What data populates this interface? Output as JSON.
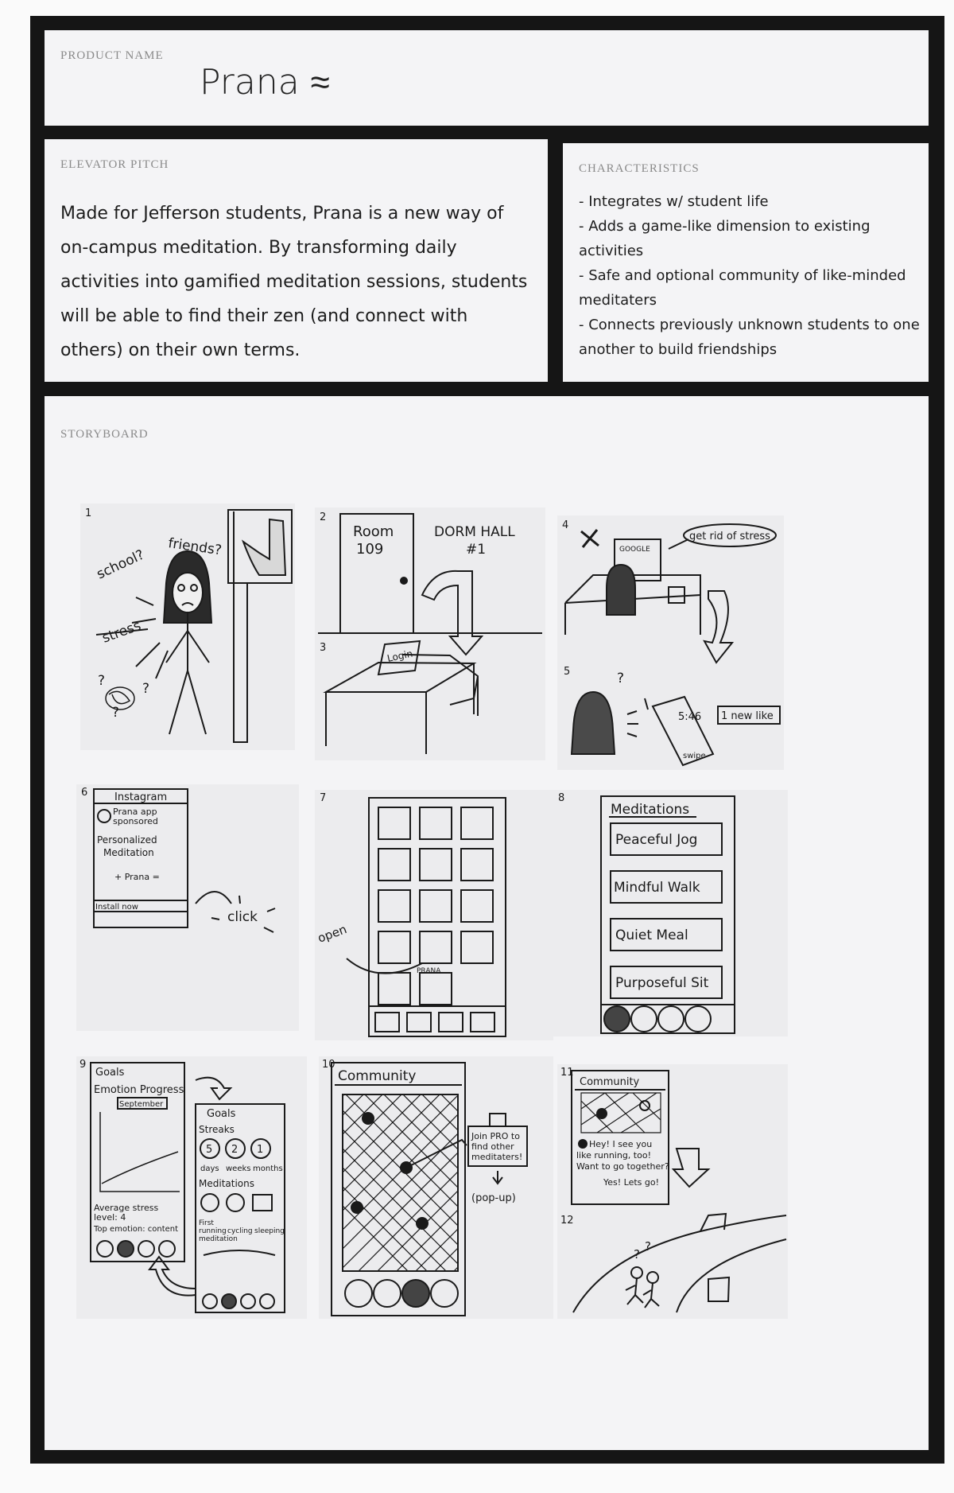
{
  "product": {
    "label": "PRODUCT NAME",
    "name": "Prana ≈"
  },
  "pitch": {
    "label": "ELEVATOR PITCH",
    "text": "Made for Jefferson students, Prana is a new way of on-campus meditation. By transforming daily activities into gamified meditation sessions, students will be able to find their zen (and connect with others) on their own terms."
  },
  "characteristics": {
    "label": "CHARACTERISTICS",
    "items": [
      "- Integrates w/ student life",
      "- Adds a game-like dimension to existing activities",
      "- Safe and optional community of like-minded meditaters",
      "- Connects previously unknown students to one another to build friendships"
    ]
  },
  "storyboard": {
    "label": "STORYBOARD",
    "frames": {
      "f1": {
        "num": "1",
        "school": "school?",
        "friends": "friends?",
        "stress": "stress",
        "q1": "?",
        "q2": "?",
        "q3": "?"
      },
      "f2": {
        "num": "2",
        "room": "Room",
        "room_no": "109",
        "hall": "DORM HALL",
        "hall_no": "#1"
      },
      "f3": {
        "num": "3",
        "login": "Login"
      },
      "f4": {
        "num": "4",
        "google": "GOOGLE",
        "bubble": "get rid of stress"
      },
      "f5": {
        "num": "5",
        "q": "?",
        "time": "5:46",
        "swipe": "swipe",
        "notif": "1 new like"
      },
      "f6": {
        "num": "6",
        "app": "Instagram",
        "account": "Prana app",
        "sponsored": "sponsored",
        "line1": "Personalized",
        "line2": "Meditation",
        "plus": "+ Prana =",
        "install": "Install now",
        "click": "click"
      },
      "f7": {
        "num": "7",
        "open": "open",
        "prana": "PRANA"
      },
      "f8": {
        "num": "8",
        "title": "Meditations",
        "items": [
          "Peaceful Jog",
          "Mindful Walk",
          "Quiet Meal",
          "Purposeful Sit"
        ]
      },
      "f9": {
        "num": "9",
        "goals": "Goals",
        "emotion": "Emotion Progress",
        "month": "September",
        "avg": "Average stress",
        "level": "level: 4",
        "top": "Top emotion: content",
        "goals2": "Goals",
        "streaks": "Streaks",
        "s1": "5",
        "s2": "2",
        "s3": "1",
        "u1": "days",
        "u2": "weeks",
        "u3": "months",
        "meds": "Meditations",
        "m1": "First",
        "m2": "running",
        "m3": "cycling",
        "m4": "sleeping",
        "m5": "meditation"
      },
      "f10": {
        "num": "10",
        "title": "Community",
        "join": "Join PRO to",
        "find": "find other",
        "meditaters": "meditaters!",
        "popup": "(pop-up)"
      },
      "f11": {
        "num": "11",
        "title": "Community",
        "msg1": "Hey! I see you",
        "msg2": "like running, too!",
        "msg3": "Want to go together?",
        "reply": "Yes! Lets go!"
      },
      "f12": {
        "num": "12",
        "q1": "?",
        "q2": "?"
      }
    }
  }
}
